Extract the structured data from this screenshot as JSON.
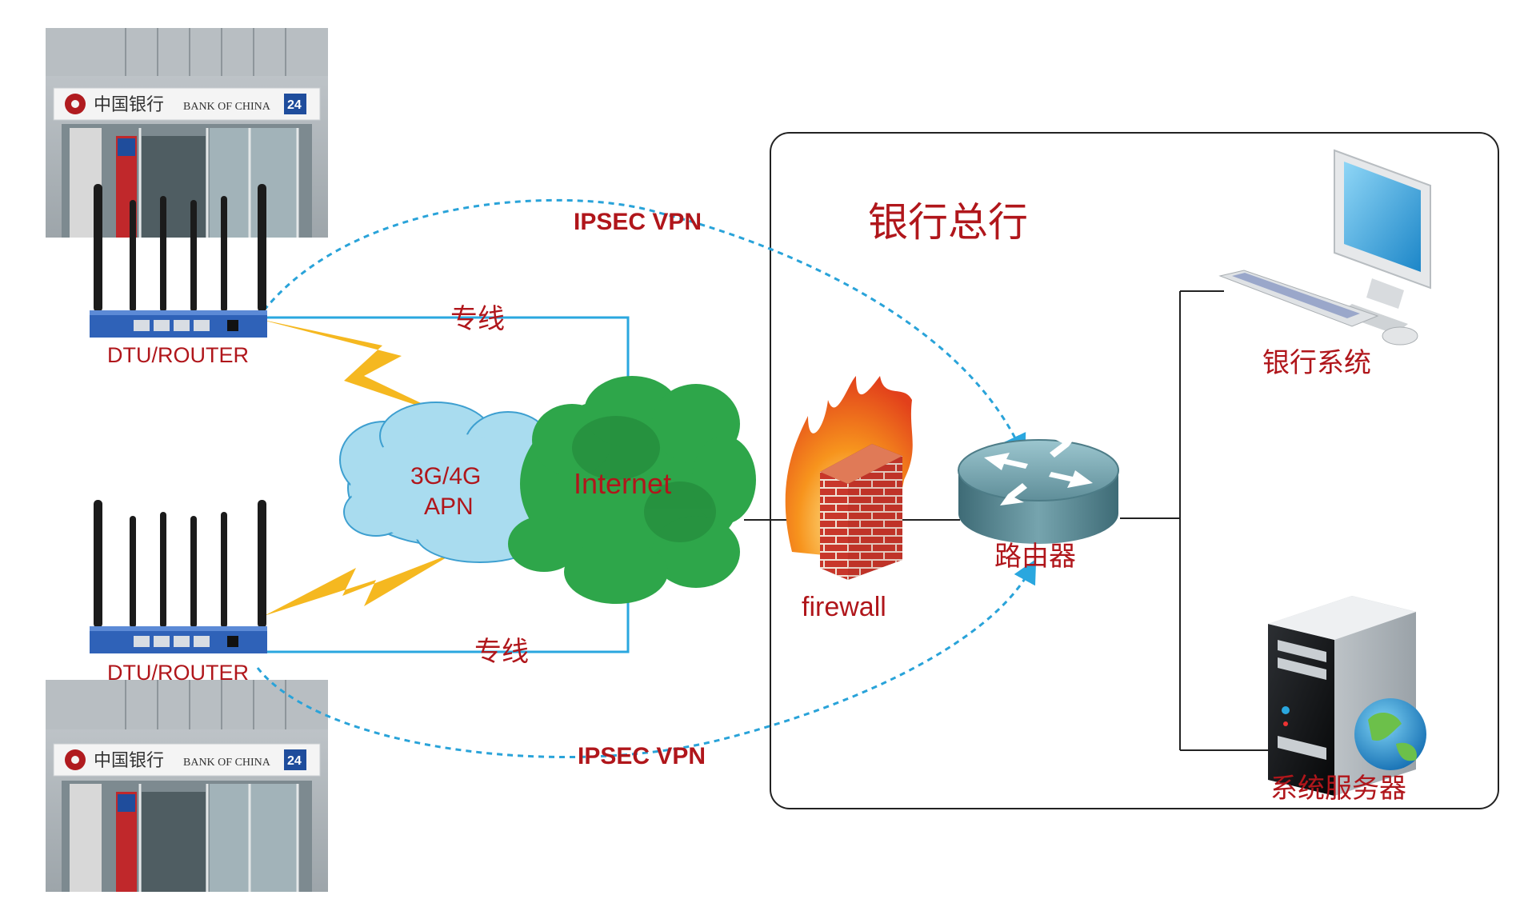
{
  "branch_top": {
    "photo": {
      "sign_cn": "中国银行",
      "sign_en": "BANK OF CHINA",
      "badge": "24"
    },
    "router_label": "DTU/ROUTER",
    "leased_line_label": "专线",
    "vpn_label": "IPSEC VPN"
  },
  "branch_bottom": {
    "photo": {
      "sign_cn": "中国银行",
      "sign_en": "BANK OF CHINA",
      "badge": "24"
    },
    "router_label": "DTU/ROUTER",
    "leased_line_label": "专线",
    "vpn_label": "IPSEC VPN"
  },
  "clouds": {
    "apn_line1": "3G/4G",
    "apn_line2": "APN",
    "internet": "Internet"
  },
  "headquarters": {
    "title": "银行总行",
    "firewall_label": "firewall",
    "router_label": "路由器",
    "bank_system_label": "银行系统",
    "server_label": "系统服务器"
  },
  "colors": {
    "label_red": "#b0161b",
    "line_blue": "#2aa7df",
    "vpn_blue": "#29a3d9",
    "lightning": "#f5b820",
    "cloud_green": "#2ea64a",
    "cloud_blue": "#a9dcef",
    "router_blue": "#2f62b8",
    "brick_red": "#c8372b"
  }
}
